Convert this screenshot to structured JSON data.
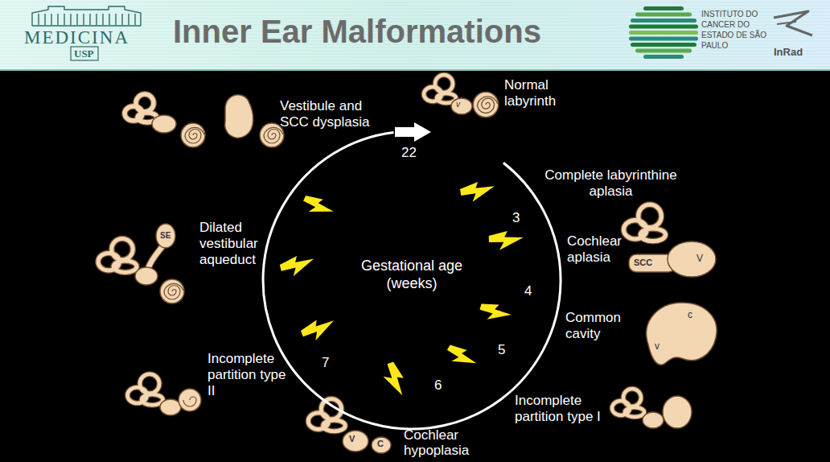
{
  "diagram": {
    "title": "Inner Ear Malformations",
    "nodes": [
      {
        "text": [
          "Gestational age (weeks)"
        ]
      }
    ],
    "labels": [
      "MEDICINA",
      "USP",
      "INSTITUTO DO CANCER DO ESTADO DE SÃO PAULO",
      "InRad",
      "Vestibule and SCC dysplasia",
      "Normal labyrinth",
      "22",
      "Complete labyrinthine aplasia",
      "3",
      "Cochlear aplasia",
      "4",
      "Common cavity",
      "5",
      "Incomplete partition type I",
      "6",
      "Cochlear hypoplasia",
      "7",
      "Incomplete partition type II",
      "Dilated vestibular aqueduct",
      "v",
      "SCC",
      "V",
      "c",
      "v",
      "V",
      "C",
      "SE"
    ]
  }
}
